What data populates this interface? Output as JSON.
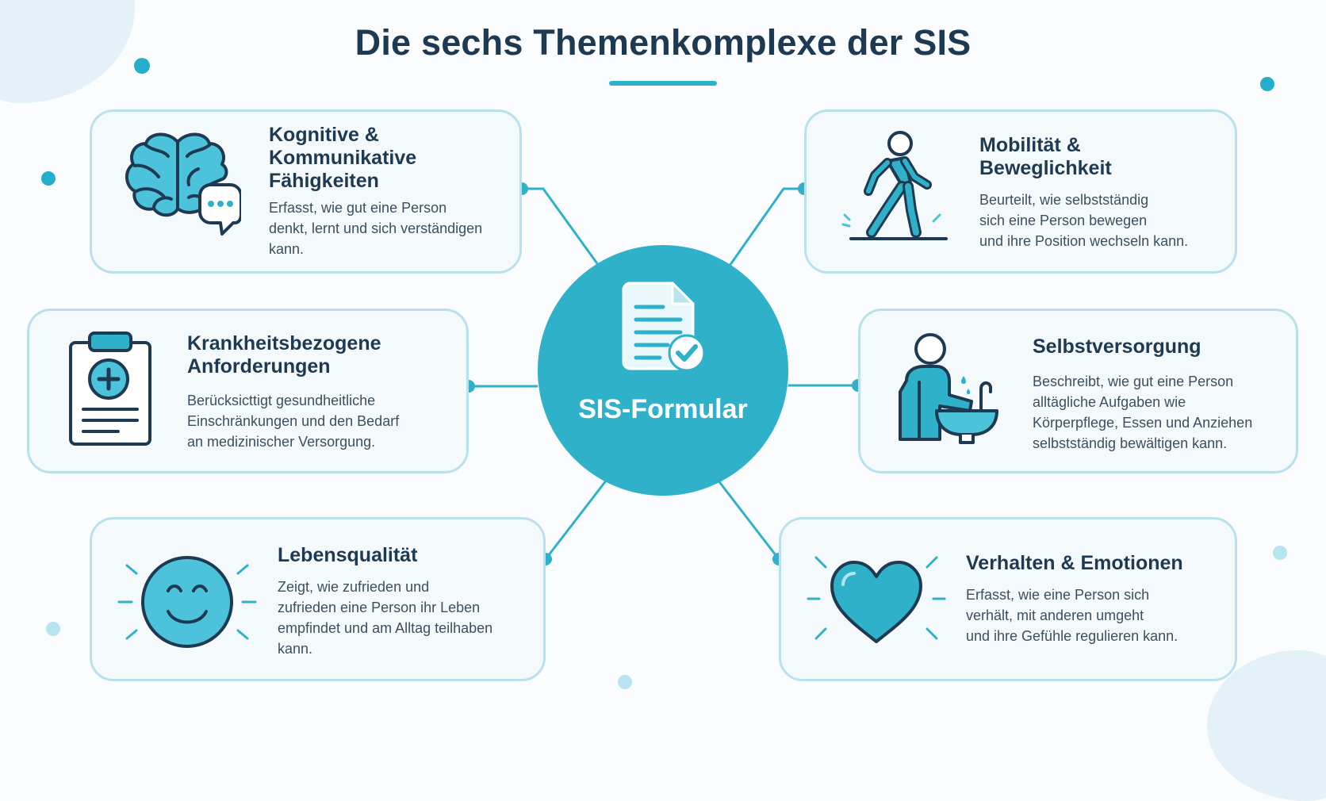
{
  "title": "Die sechs Themenkomplexe der SIS",
  "center": {
    "label": "SIS-Formular",
    "icon": "document-check-icon"
  },
  "colors": {
    "accent": "#2fb1ca",
    "heading": "#1e3a52",
    "card_border": "#b9e1ec",
    "card_bg": "#f4fafc"
  },
  "topics": [
    {
      "title": "Kognitive &\nKommunikative\nFähigkeiten",
      "description": "Erfasst, wie gut eine Person\ndenkt, lernt und sich verständigen\nkann.",
      "icon": "brain-speech-icon"
    },
    {
      "title": "Mobilität &\nBeweglichkeit",
      "description": "Beurteilt, wie selbstständig\nsich eine Person bewegen\nund ihre Position wechseln kann.",
      "icon": "walking-person-icon"
    },
    {
      "title": "Krankheitsbezogene\nAnforderungen",
      "description": "Berücksicttigt gesundheitliche\nEinschränkungen und den Bedarf\nan medizinischer Versorgung.",
      "icon": "medical-clipboard-icon"
    },
    {
      "title": "Selbstversorgung",
      "description": "Beschreibt, wie gut eine Person\nalltägliche Aufgaben wie\nKörperpflege, Essen und Anziehen\nselbstständig bewältigen kann.",
      "icon": "person-washing-hands-icon"
    },
    {
      "title": "Lebensqualität",
      "description": "Zeigt, wie zufrieden und\nzufrieden eine Person ihr Leben\nempfindet und am Alltag teilhaben\nkann.",
      "icon": "smiley-face-icon"
    },
    {
      "title": "Verhalten & Emotionen",
      "description": "Erfasst, wie eine Person sich\nverhält, mit anderen umgeht\nund ihre Gefühle regulieren kann.",
      "icon": "heart-icon"
    }
  ]
}
